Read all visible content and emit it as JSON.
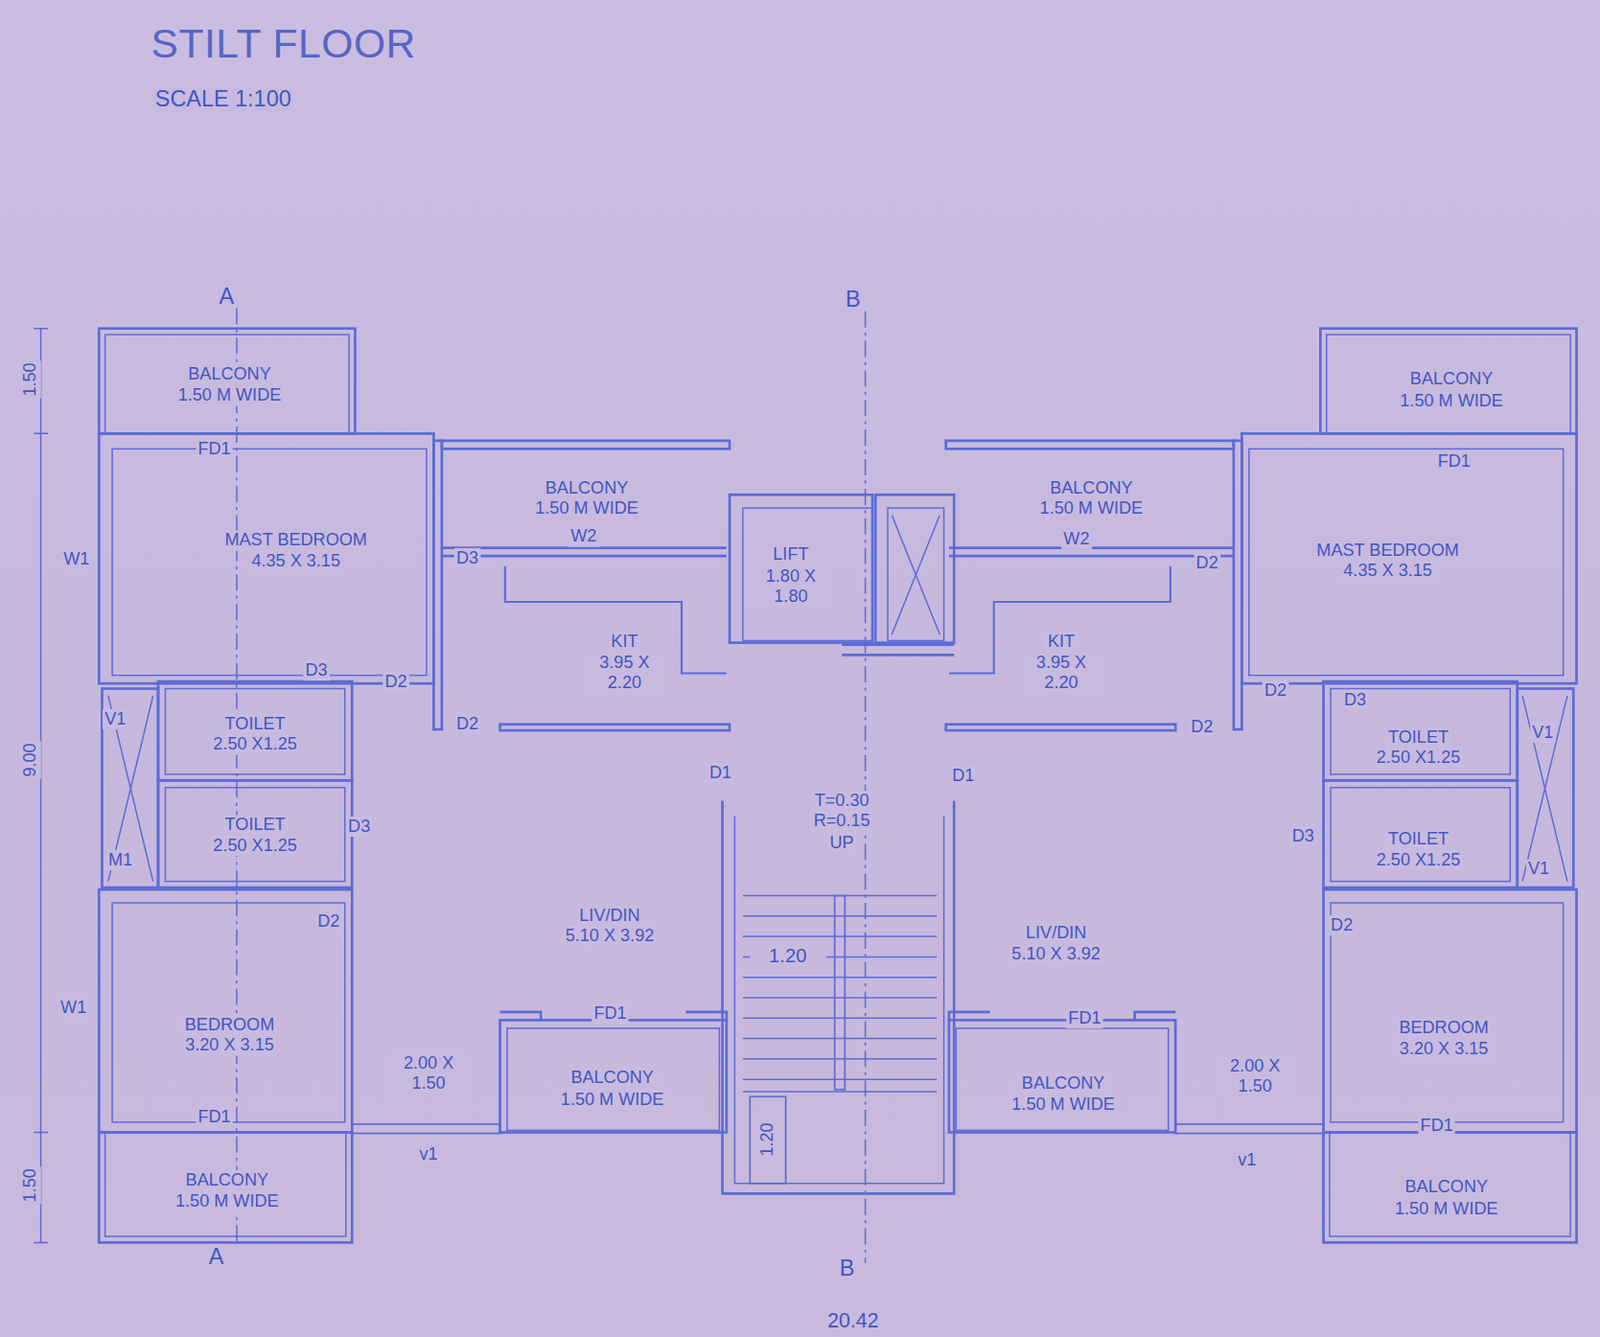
{
  "diagram": {
    "title": "STILT FLOOR",
    "nodes": [
      {
        "text": [
          "BALCONY",
          "1.50 M WIDE"
        ]
      },
      {
        "text": [
          "BALCONY",
          "1.50 M WIDE"
        ]
      },
      {
        "text": [
          "MAST BEDROOM",
          "4.35 X 3.15"
        ]
      },
      {
        "text": [
          "BALCONY",
          "1.50 M WIDE"
        ]
      },
      {
        "text": [
          "LIFT",
          "1.80 X 1.80"
        ]
      },
      {
        "text": [
          "BALCONY",
          "1.50 M WIDE"
        ]
      },
      {
        "text": [
          "MAST BEDROOM",
          "4.35 X 3.15"
        ]
      },
      {
        "text": [
          "KIT",
          "3.95 X 2.20"
        ]
      },
      {
        "text": [
          "KIT",
          "3.95 X 2.20"
        ]
      },
      {
        "text": [
          "TOILET",
          "2.50 X1.25"
        ]
      },
      {
        "text": [
          "TOILET",
          "2.50 X1.25"
        ]
      },
      {
        "text": [
          "T=0.30",
          "R=0.15",
          "UP"
        ]
      },
      {
        "text": [
          "TOILET",
          "2.50 X1.25"
        ]
      },
      {
        "text": [
          "TOILET",
          "2.50 X1.25"
        ]
      },
      {
        "text": [
          "LIV/DIN",
          "5.10 X 3.92"
        ]
      },
      {
        "text": [
          "LIV/DIN",
          "5.10 X 3.92"
        ]
      },
      {
        "text": [
          "BEDROOM",
          "3.20 X 3.15"
        ]
      },
      {
        "text": [
          "BEDROOM",
          "3.20 X 3.15"
        ]
      },
      {
        "text": [
          "BALCONY",
          "1.50 M WIDE"
        ]
      },
      {
        "text": [
          "BALCONY",
          "1.50 M WIDE"
        ]
      },
      {
        "text": [
          "BALCONY",
          "1.50 M WIDE"
        ]
      },
      {
        "text": [
          "BALCONY",
          "1.50 M WIDE"
        ]
      }
    ],
    "labels": [
      "SCALE 1:100",
      "A",
      "B",
      "1.50",
      "9.00",
      "1.50",
      "FD1",
      "FD1",
      "W1",
      "W2",
      "W2",
      "D3",
      "D2",
      "D3",
      "D2",
      "D2",
      "D2",
      "D3",
      "D2",
      "V1",
      "V1",
      "D1",
      "D1",
      "D3",
      "D3",
      "M1",
      "V1",
      "D2",
      "D2",
      "1.20",
      "W1",
      "FD1",
      "FD1",
      "2.00 X 1.50",
      "2.00 X 1.50",
      "FD1",
      "FD1",
      "1.20",
      "v1",
      "v1",
      "A",
      "B",
      "20.42"
    ]
  }
}
